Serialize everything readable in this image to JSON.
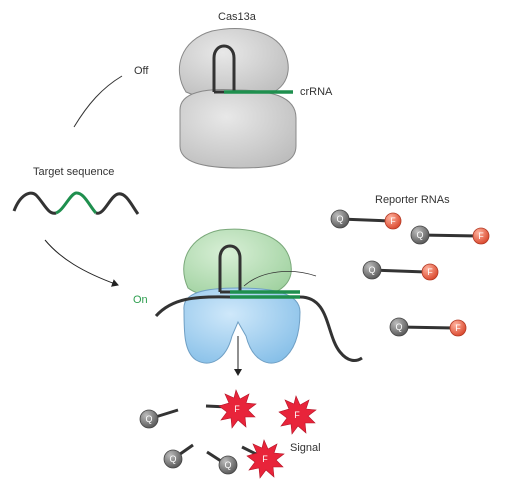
{
  "labels": {
    "protein": "Cas13a",
    "guide": "crRNA",
    "off": "Off",
    "on": "On",
    "target": "Target sequence",
    "reporters": "Reporter RNAs",
    "signal": "Signal"
  },
  "reporter": {
    "quencher_letter": "Q",
    "fluor_letter": "F"
  },
  "colors": {
    "crRNA_green": "#1f8f4e",
    "active_lobe_green": "#bfe2bf",
    "active_lobe_blue": "#a9d4f2",
    "inactive_gray": "#d3d3d3",
    "fluor_red": "#e8573d",
    "burst_red": "#e8243a",
    "quencher_gray": "#6f6f6f",
    "on_label_green": "#2e9e4f"
  }
}
